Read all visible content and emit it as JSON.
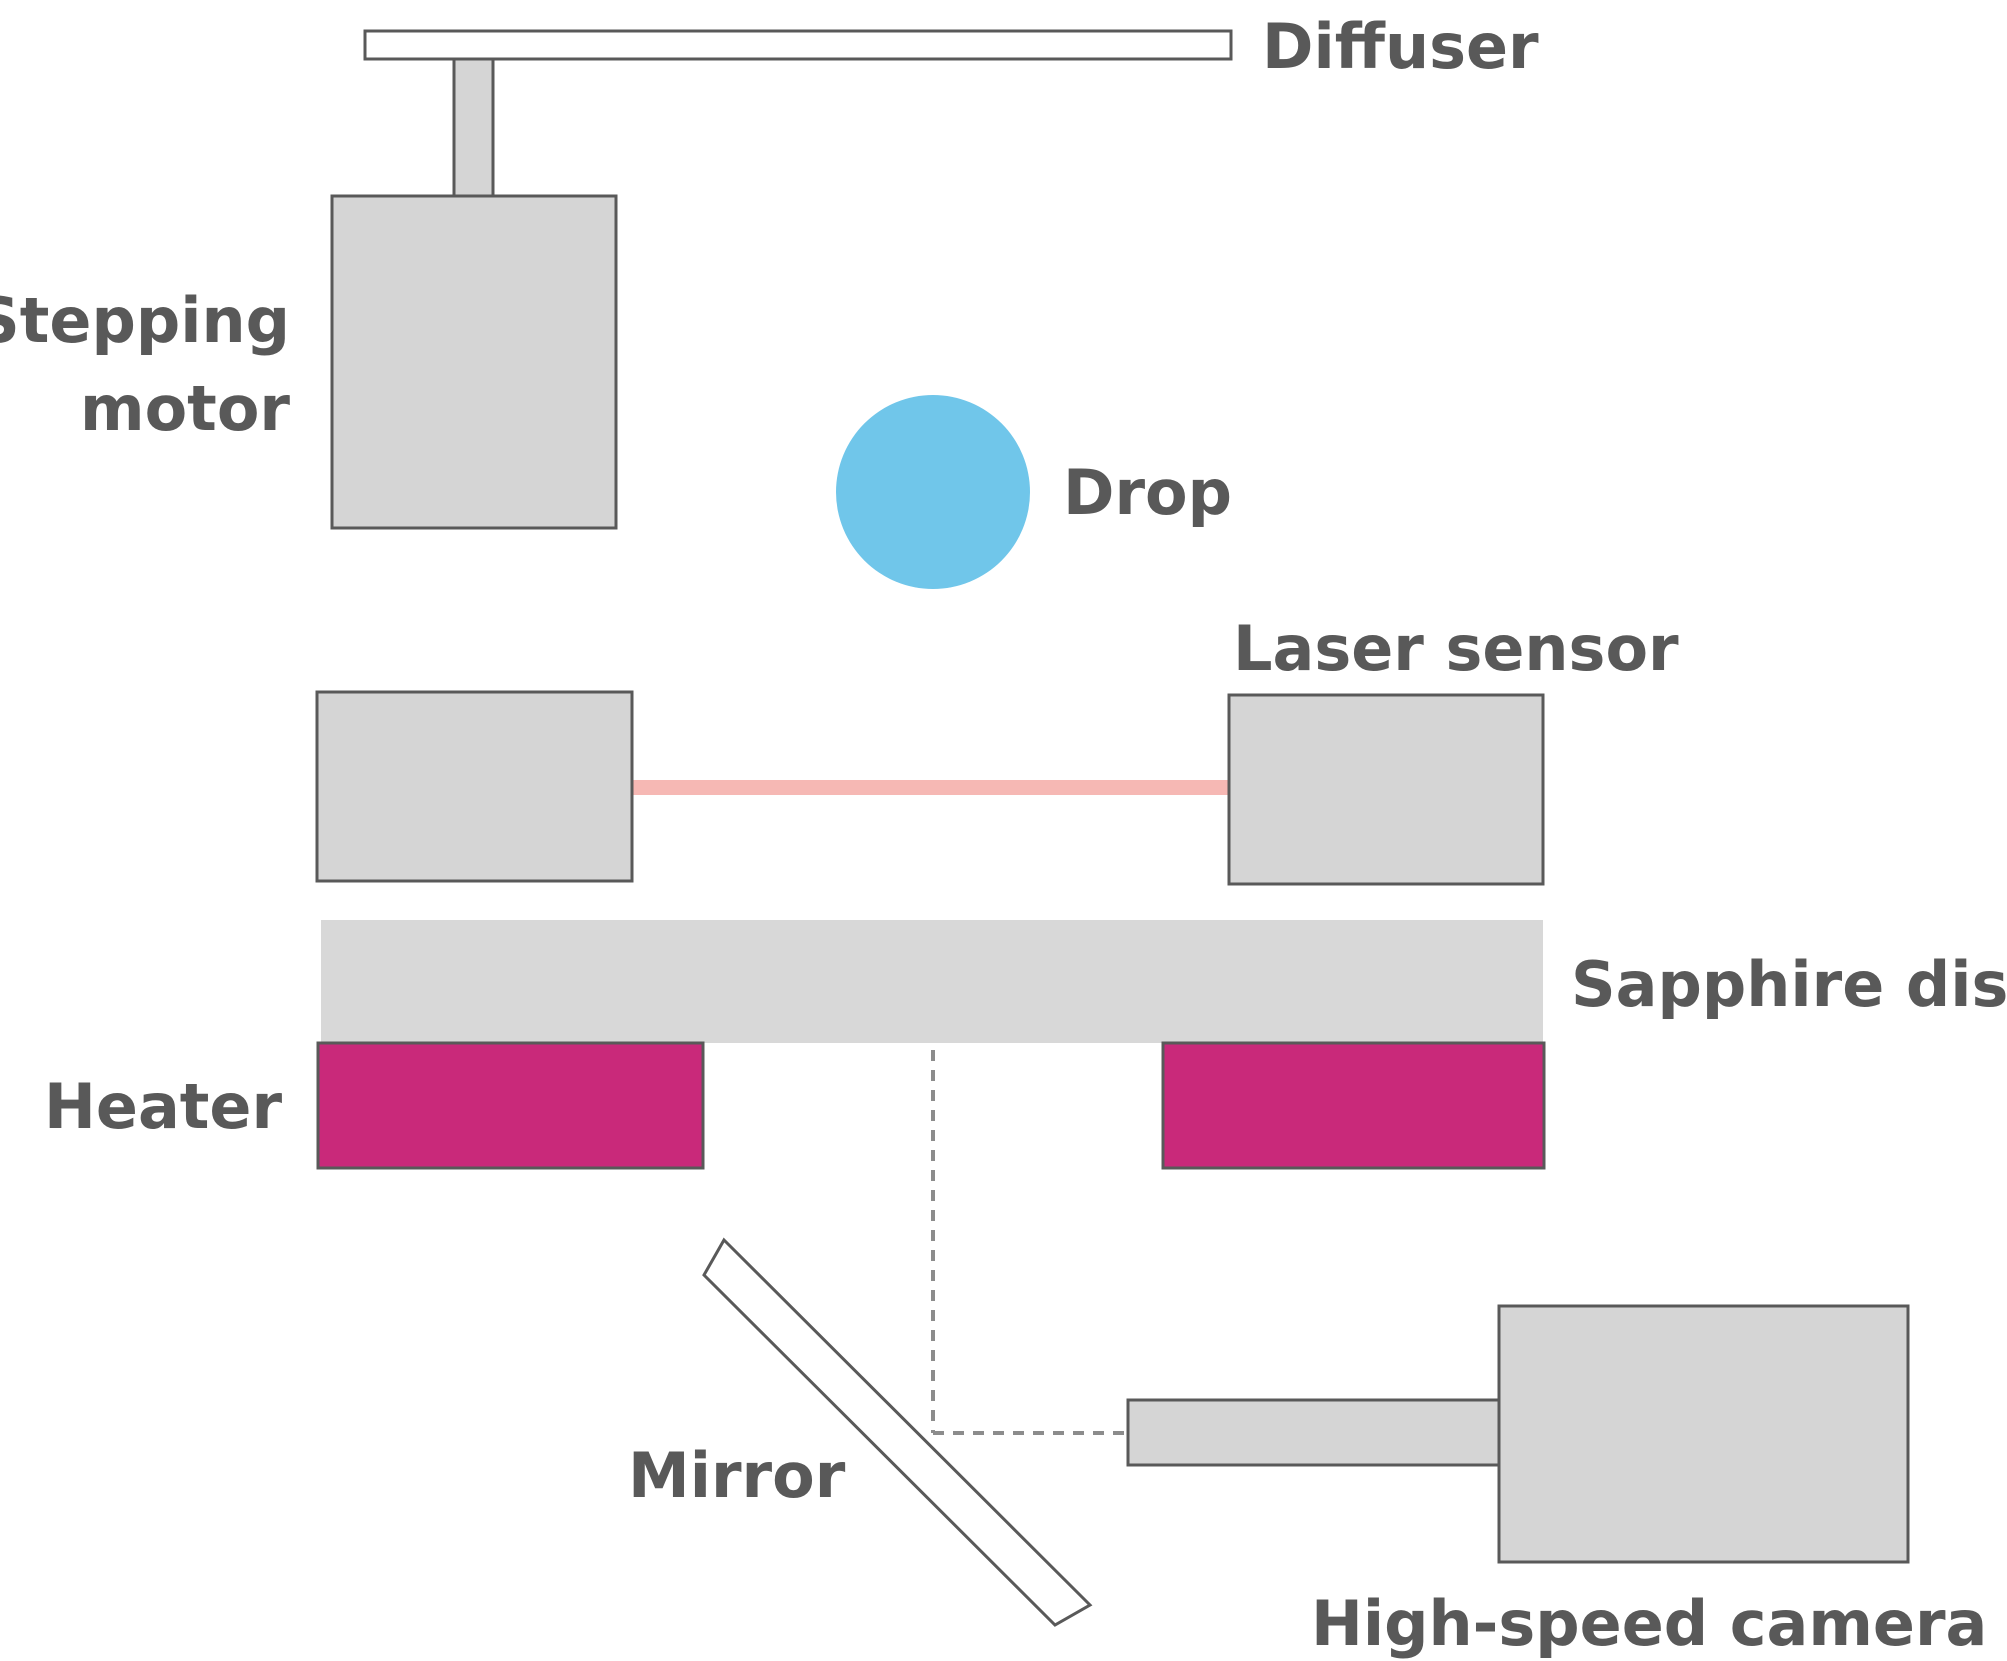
{
  "labels": {
    "diffuser": "Diffuser",
    "stepping_motor_line1": "Stepping",
    "stepping_motor_line2": "motor",
    "drop": "Drop",
    "laser_sensor": "Laser sensor",
    "sapphire_disk": "Sapphire disk",
    "heater": "Heater",
    "mirror": "Mirror",
    "camera": "High-speed camera"
  },
  "colors": {
    "component_fill": "#d5d5d5",
    "outline": "#595959",
    "drop": "#70c6ea",
    "laser_beam": "#f6b8b4",
    "heater": "#c9297a",
    "disk": "#d8d8d8",
    "light_path": "#8c8c8c",
    "text": "#595959"
  }
}
